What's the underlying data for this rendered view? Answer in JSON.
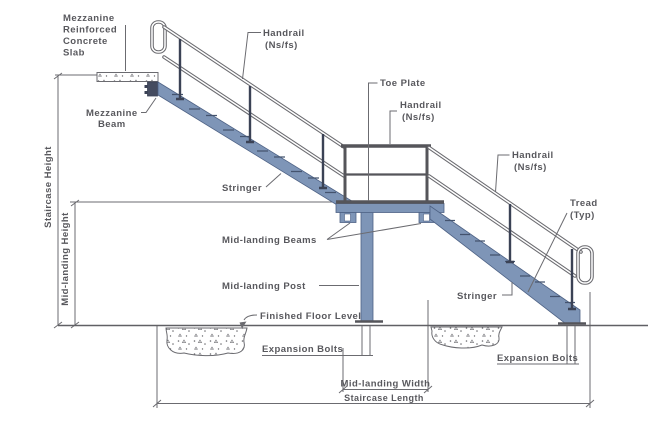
{
  "diagram": {
    "type": "technical-drawing",
    "subject": "Steel staircase section elevation with mid-landing",
    "colors": {
      "line_gray": "#6b6b70",
      "text_gray": "#58585d",
      "steel_blue": "#7e95b7",
      "steel_blue_edge": "#4e6285",
      "post_dark": "#3b4255",
      "background": "#ffffff"
    },
    "labels": {
      "mezzanine_slab": [
        "Mezzanine",
        "Reinforced",
        "Concrete",
        "Slab"
      ],
      "mezzanine_beam": [
        "Mezzanine",
        "Beam"
      ],
      "handrail_upper": [
        "Handrail",
        "(Ns/fs)"
      ],
      "toe_plate": "Toe Plate",
      "handrail_mid": [
        "Handrail",
        "(Ns/fs)"
      ],
      "handrail_lower": [
        "Handrail",
        "(Ns/fs)"
      ],
      "tread": [
        "Tread",
        "(Typ)"
      ],
      "stringer_upper": "Stringer",
      "stringer_lower": "Stringer",
      "mid_landing_beams": "Mid-landing Beams",
      "mid_landing_post": "Mid-landing Post",
      "finished_floor_level": "Finished Floor Level",
      "expansion_bolts_left": "Expansion Bolts",
      "expansion_bolts_right": "Expansion Bolts"
    },
    "dimensions": {
      "staircase_height": "Staircase Height",
      "mid_landing_height": "Mid-landing Height",
      "mid_landing_width": "Mid-landing Width",
      "staircase_length": "Staircase Length"
    }
  }
}
